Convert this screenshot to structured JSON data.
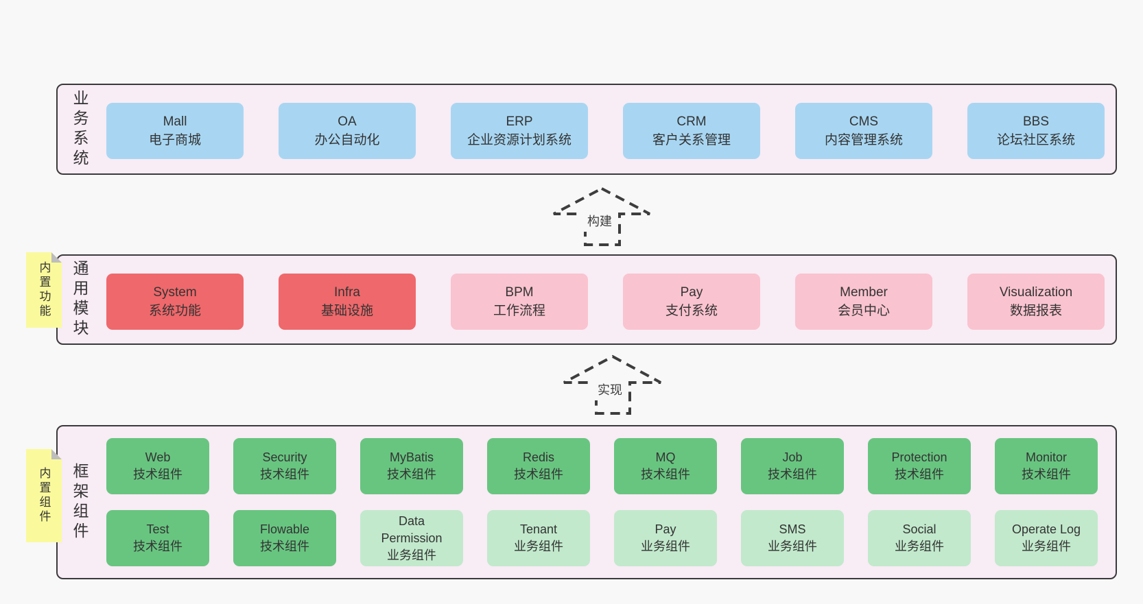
{
  "colors": {
    "page_bg": "#f8f8f8",
    "panel_bg": "#f8ecf5",
    "panel_border": "#3a3a3a",
    "blue_box": "#a8d6f2",
    "red_box": "#ef686b",
    "pink_box": "#f9c3cf",
    "green_box": "#68c580",
    "light_green_box": "#c2e9cc",
    "note_yellow": "#fafa9c",
    "note_fold": "#bdbdbd",
    "text": "#333333"
  },
  "business": {
    "label": "业务系统",
    "boxes": [
      {
        "en": "Mall",
        "zh": "电子商城"
      },
      {
        "en": "OA",
        "zh": "办公自动化"
      },
      {
        "en": "ERP",
        "zh": "企业资源计划系统"
      },
      {
        "en": "CRM",
        "zh": "客户关系管理"
      },
      {
        "en": "CMS",
        "zh": "内容管理系统"
      },
      {
        "en": "BBS",
        "zh": "论坛社区系统"
      }
    ]
  },
  "arrows": {
    "build": "构建",
    "implement": "实现"
  },
  "modules": {
    "label": "通用模块",
    "note": "内置功能",
    "boxes": [
      {
        "en": "System",
        "zh": "系统功能"
      },
      {
        "en": "Infra",
        "zh": "基础设施"
      },
      {
        "en": "BPM",
        "zh": "工作流程"
      },
      {
        "en": "Pay",
        "zh": "支付系统"
      },
      {
        "en": "Member",
        "zh": "会员中心"
      },
      {
        "en": "Visualization",
        "zh": "数据报表"
      }
    ]
  },
  "framework": {
    "label": "框架组件",
    "note": "内置组件",
    "row1": [
      {
        "en": "Web",
        "zh": "技术组件"
      },
      {
        "en": "Security",
        "zh": "技术组件"
      },
      {
        "en": "MyBatis",
        "zh": "技术组件"
      },
      {
        "en": "Redis",
        "zh": "技术组件"
      },
      {
        "en": "MQ",
        "zh": "技术组件"
      },
      {
        "en": "Job",
        "zh": "技术组件"
      },
      {
        "en": "Protection",
        "zh": "技术组件"
      },
      {
        "en": "Monitor",
        "zh": "技术组件"
      }
    ],
    "row2": [
      {
        "en": "Test",
        "zh": "技术组件"
      },
      {
        "en": "Flowable",
        "zh": "技术组件"
      },
      {
        "en": "Data Permission",
        "zh": "业务组件"
      },
      {
        "en": "Tenant",
        "zh": "业务组件"
      },
      {
        "en": "Pay",
        "zh": "业务组件"
      },
      {
        "en": "SMS",
        "zh": "业务组件"
      },
      {
        "en": "Social",
        "zh": "业务组件"
      },
      {
        "en": "Operate Log",
        "zh": "业务组件"
      }
    ]
  }
}
